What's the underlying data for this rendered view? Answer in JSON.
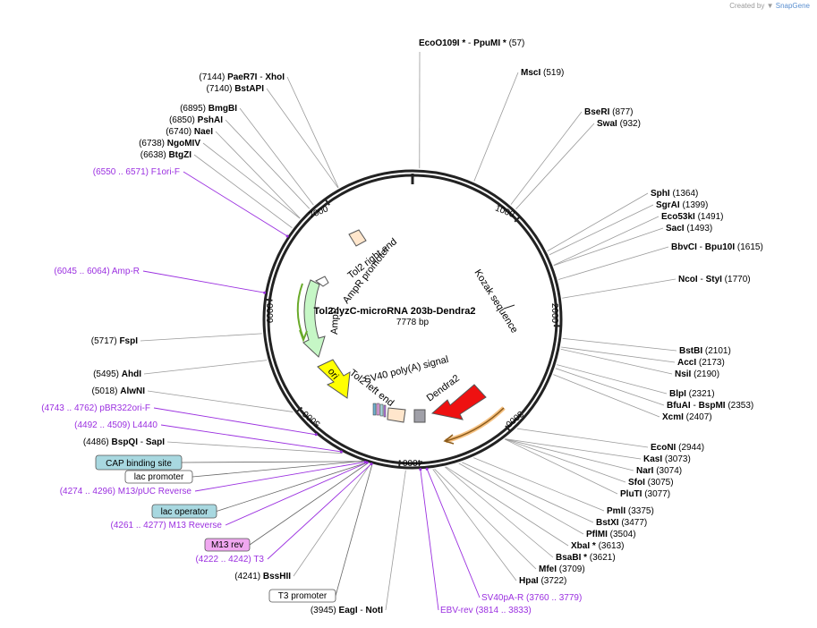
{
  "credit": {
    "created_by": "Created by",
    "brand": "SnapGene"
  },
  "plasmid": {
    "name": "Tol2-lyzC-microRNA 203b-Dendra2",
    "length": "7778 bp",
    "total_bp": 7778
  },
  "colors": {
    "backbone": "#222222",
    "enzyme_text": "#000000",
    "primer": "#9b30e0",
    "line": "#9a9a9a",
    "AmpR": "#c6f7c6",
    "ori": "#ffff00",
    "Dendra2": "#ee1111",
    "tol2": "#ffe6cc"
  },
  "tick_labels": [
    "1000",
    "2000",
    "3000",
    "4000",
    "5000",
    "6000",
    "7000"
  ],
  "enzyme_labels": [
    {
      "id": "ecoo109i",
      "pos": "(57)",
      "names": [
        "EcoO109I *",
        "PpuMI *"
      ],
      "side": "right",
      "bp": 57
    },
    {
      "id": "msci",
      "pos": "(519)",
      "names": [
        "MscI"
      ],
      "side": "right",
      "bp": 519
    },
    {
      "id": "bseri",
      "pos": "(877)",
      "names": [
        "BseRI"
      ],
      "side": "right",
      "bp": 877
    },
    {
      "id": "swai",
      "pos": "(932)",
      "names": [
        "SwaI"
      ],
      "side": "right",
      "bp": 932
    },
    {
      "id": "sphi",
      "pos": "(1364)",
      "names": [
        "SphI"
      ],
      "side": "right",
      "bp": 1364
    },
    {
      "id": "sgrai",
      "pos": "(1399)",
      "names": [
        "SgrAI"
      ],
      "side": "right",
      "bp": 1399
    },
    {
      "id": "eco53ki",
      "pos": "(1491)",
      "names": [
        "Eco53kI"
      ],
      "side": "right",
      "bp": 1491
    },
    {
      "id": "saci",
      "pos": "(1493)",
      "names": [
        "SacI"
      ],
      "side": "right",
      "bp": 1493
    },
    {
      "id": "bbvci",
      "pos": "(1615)",
      "names": [
        "BbvCI",
        "Bpu10I"
      ],
      "side": "right",
      "bp": 1615
    },
    {
      "id": "ncoi",
      "pos": "(1770)",
      "names": [
        "NcoI",
        "StyI"
      ],
      "side": "right",
      "bp": 1770
    },
    {
      "id": "bstbi",
      "pos": "(2101)",
      "names": [
        "BstBI"
      ],
      "side": "right",
      "bp": 2101
    },
    {
      "id": "acci",
      "pos": "(2173)",
      "names": [
        "AccI"
      ],
      "side": "right",
      "bp": 2173
    },
    {
      "id": "nsii",
      "pos": "(2190)",
      "names": [
        "NsiI"
      ],
      "side": "right",
      "bp": 2190
    },
    {
      "id": "blpi",
      "pos": "(2321)",
      "names": [
        "BlpI"
      ],
      "side": "right",
      "bp": 2321
    },
    {
      "id": "bfuai",
      "pos": "(2353)",
      "names": [
        "BfuAI",
        "BspMI"
      ],
      "side": "right",
      "bp": 2353
    },
    {
      "id": "xcmi",
      "pos": "(2407)",
      "names": [
        "XcmI"
      ],
      "side": "right",
      "bp": 2407
    },
    {
      "id": "econi",
      "pos": "(2944)",
      "names": [
        "EcoNI"
      ],
      "side": "right",
      "bp": 2944
    },
    {
      "id": "kasi",
      "pos": "(3073)",
      "names": [
        "KasI"
      ],
      "side": "right",
      "bp": 3073
    },
    {
      "id": "nari",
      "pos": "(3074)",
      "names": [
        "NarI"
      ],
      "side": "right",
      "bp": 3074
    },
    {
      "id": "sfoi",
      "pos": "(3075)",
      "names": [
        "SfoI"
      ],
      "side": "right",
      "bp": 3075
    },
    {
      "id": "pluti",
      "pos": "(3077)",
      "names": [
        "PluTI"
      ],
      "side": "right",
      "bp": 3077
    },
    {
      "id": "pmli",
      "pos": "(3375)",
      "names": [
        "PmlI"
      ],
      "side": "right",
      "bp": 3375
    },
    {
      "id": "bstxi",
      "pos": "(3477)",
      "names": [
        "BstXI"
      ],
      "side": "right",
      "bp": 3477
    },
    {
      "id": "pflmi",
      "pos": "(3504)",
      "names": [
        "PflMI"
      ],
      "side": "right",
      "bp": 3504
    },
    {
      "id": "xbai",
      "pos": "(3613)",
      "names": [
        "XbaI *"
      ],
      "side": "right",
      "bp": 3613
    },
    {
      "id": "bsabi",
      "pos": "(3621)",
      "names": [
        "BsaBI *"
      ],
      "side": "right",
      "bp": 3621
    },
    {
      "id": "mfei",
      "pos": "(3709)",
      "names": [
        "MfeI"
      ],
      "side": "right",
      "bp": 3709
    },
    {
      "id": "hpai",
      "pos": "(3722)",
      "names": [
        "HpaI"
      ],
      "side": "right",
      "bp": 3722
    },
    {
      "id": "eagi",
      "pos": "(3945)",
      "names": [
        "EagI",
        "NotI"
      ],
      "side": "left",
      "bp": 3945
    },
    {
      "id": "bsshii",
      "pos": "(4241)",
      "names": [
        "BssHII"
      ],
      "side": "left",
      "bp": 4241
    },
    {
      "id": "bspqi",
      "pos": "(4486)",
      "names": [
        "BspQI",
        "SapI"
      ],
      "side": "left",
      "bp": 4486
    },
    {
      "id": "alwni",
      "pos": "(5018)",
      "names": [
        "AlwNI"
      ],
      "side": "left",
      "bp": 5018
    },
    {
      "id": "ahdi",
      "pos": "(5495)",
      "names": [
        "AhdI"
      ],
      "side": "left",
      "bp": 5495
    },
    {
      "id": "fspi",
      "pos": "(5717)",
      "names": [
        "FspI"
      ],
      "side": "left",
      "bp": 5717
    },
    {
      "id": "btgzi",
      "pos": "(6638)",
      "names": [
        "BtgZI"
      ],
      "side": "left",
      "bp": 6638
    },
    {
      "id": "ngomiv",
      "pos": "(6738)",
      "names": [
        "NgoMIV"
      ],
      "side": "left",
      "bp": 6738
    },
    {
      "id": "naei",
      "pos": "(6740)",
      "names": [
        "NaeI"
      ],
      "side": "left",
      "bp": 6740
    },
    {
      "id": "pshai",
      "pos": "(6850)",
      "names": [
        "PshAI"
      ],
      "side": "left",
      "bp": 6850
    },
    {
      "id": "bmgbi",
      "pos": "(6895)",
      "names": [
        "BmgBI"
      ],
      "side": "left",
      "bp": 6895
    },
    {
      "id": "bstapi",
      "pos": "(7140)",
      "names": [
        "BstAPI"
      ],
      "side": "left",
      "bp": 7140
    },
    {
      "id": "paer7i",
      "pos": "(7144)",
      "names": [
        "PaeR7I",
        "XhoI"
      ],
      "side": "left",
      "bp": 7144
    }
  ],
  "primer_labels": [
    {
      "id": "sv40pa-r",
      "name": "SV40pA-R",
      "range": "(3760 .. 3779)",
      "order": "name-first",
      "bp": 3770
    },
    {
      "id": "ebv-rev",
      "name": "EBV-rev",
      "range": "(3814 .. 3833)",
      "order": "name-first",
      "bp": 3824
    },
    {
      "id": "t3",
      "name": "T3",
      "range": "(4222 .. 4242)",
      "order": "range-first",
      "bp": 4232
    },
    {
      "id": "m13-reverse",
      "name": "M13 Reverse",
      "range": "(4261 .. 4277)",
      "order": "range-first",
      "bp": 4269
    },
    {
      "id": "m13-puc-reverse",
      "name": "M13/pUC Reverse",
      "range": "(4274 .. 4296)",
      "order": "range-first",
      "bp": 4285
    },
    {
      "id": "l4440",
      "name": "L4440",
      "range": "(4492 .. 4509)",
      "order": "range-first",
      "bp": 4500
    },
    {
      "id": "pbr322ori-f",
      "name": "pBR322ori-F",
      "range": "(4743 .. 4762)",
      "order": "range-first",
      "bp": 4752
    },
    {
      "id": "amp-r",
      "name": "Amp-R",
      "range": "(6045 .. 6064)",
      "order": "range-first",
      "bp": 6054
    },
    {
      "id": "f1ori-f",
      "name": "F1ori-F",
      "range": "(6550 .. 6571)",
      "order": "range-first",
      "bp": 6560
    }
  ],
  "feature_boxes": [
    {
      "id": "cap-binding-site",
      "text": "CAP binding site",
      "fill": "#a8d8e0"
    },
    {
      "id": "lac-promoter",
      "text": "lac promoter",
      "fill": "#ffffff"
    },
    {
      "id": "lac-operator",
      "text": "lac operator",
      "fill": "#a8d8e0"
    },
    {
      "id": "m13-rev",
      "text": "M13 rev",
      "fill": "#f0a8f0"
    },
    {
      "id": "t3-promoter",
      "text": "T3 promoter",
      "fill": "#ffffff"
    }
  ],
  "inner_labels": {
    "tol2_right": "Tol2 right end",
    "ampr_promoter": "AmpR promoter",
    "ampr": "AmpR",
    "ori": "ori",
    "sv40": "SV40 poly(A) signal",
    "tol2_left": "Tol2 left end",
    "dendra2": "Dendra2",
    "kozak": "Kozak sequence"
  }
}
